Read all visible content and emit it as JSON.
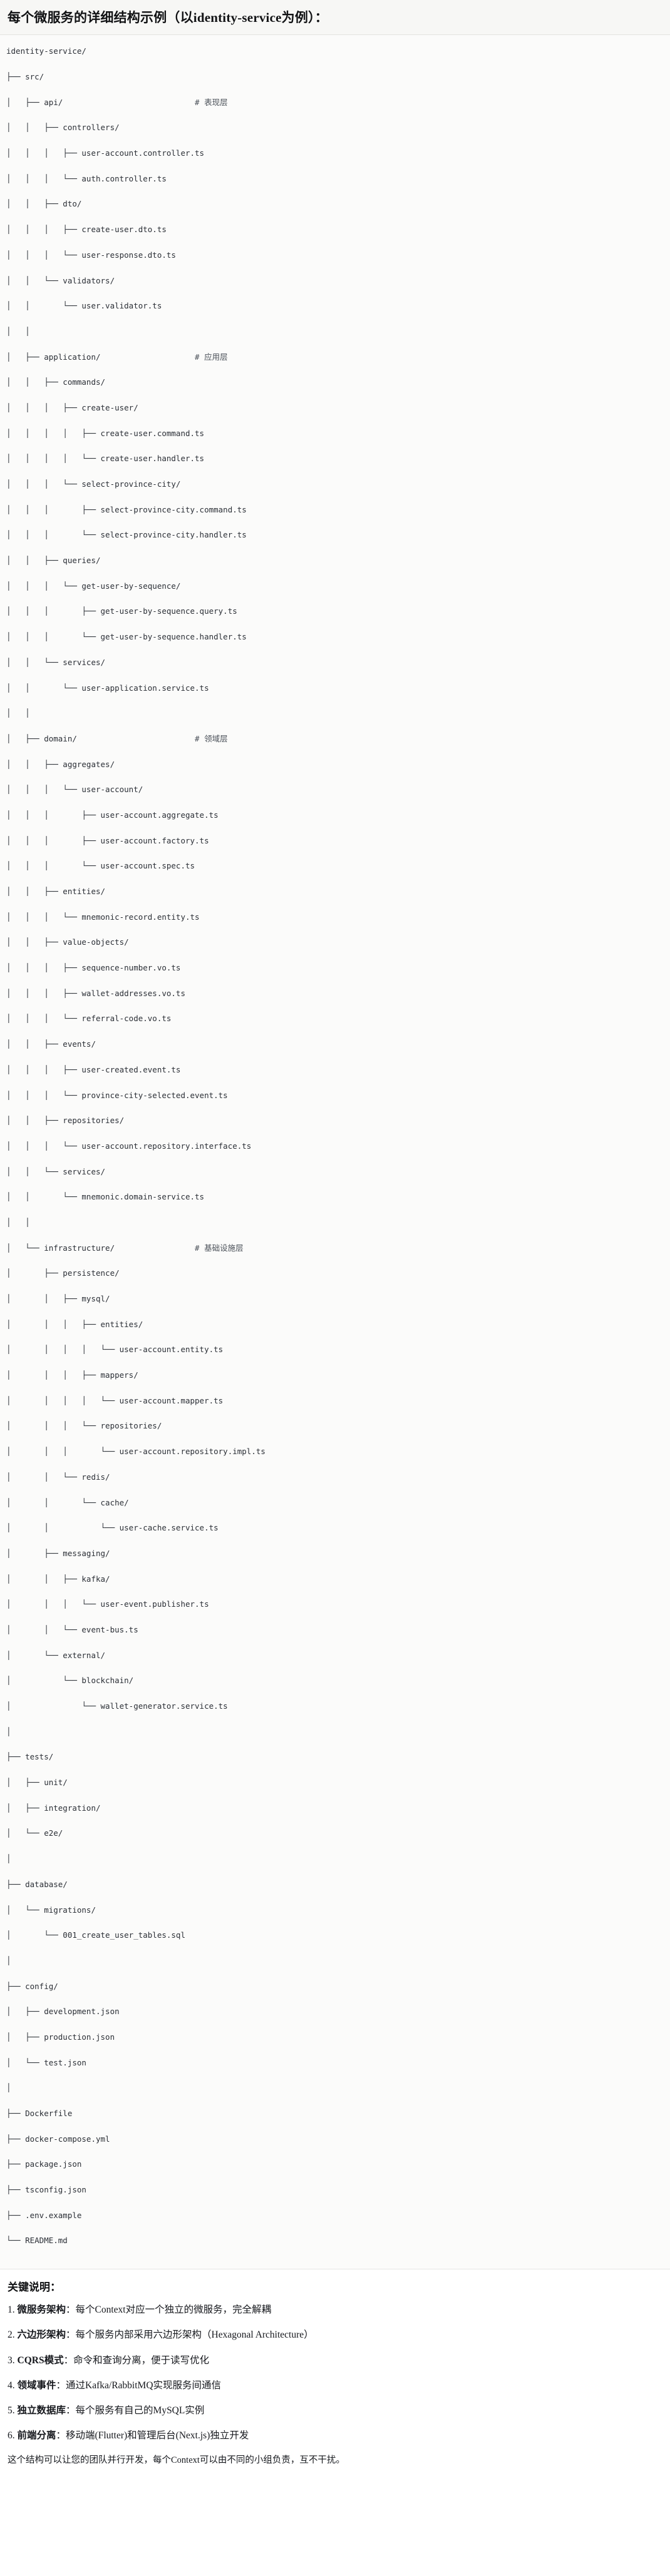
{
  "header": {
    "title": "每个微服务的详细结构示例（以identity-service为例）："
  },
  "tree": {
    "root": "identity-service/",
    "lines": [
      {
        "prefix": "",
        "text": "identity-service/",
        "comment": ""
      },
      {
        "prefix": "├── ",
        "text": "src/",
        "comment": ""
      },
      {
        "prefix": "│   ├── ",
        "text": "api/",
        "comment": "# 表现层"
      },
      {
        "prefix": "│   │   ├── ",
        "text": "controllers/",
        "comment": ""
      },
      {
        "prefix": "│   │   │   ├── ",
        "text": "user-account.controller.ts",
        "comment": ""
      },
      {
        "prefix": "│   │   │   └── ",
        "text": "auth.controller.ts",
        "comment": ""
      },
      {
        "prefix": "│   │   ├── ",
        "text": "dto/",
        "comment": ""
      },
      {
        "prefix": "│   │   │   ├── ",
        "text": "create-user.dto.ts",
        "comment": ""
      },
      {
        "prefix": "│   │   │   └── ",
        "text": "user-response.dto.ts",
        "comment": ""
      },
      {
        "prefix": "│   │   └── ",
        "text": "validators/",
        "comment": ""
      },
      {
        "prefix": "│   │       └── ",
        "text": "user.validator.ts",
        "comment": ""
      },
      {
        "prefix": "│   │",
        "text": "",
        "comment": ""
      },
      {
        "prefix": "│   ├── ",
        "text": "application/",
        "comment": "# 应用层"
      },
      {
        "prefix": "│   │   ├── ",
        "text": "commands/",
        "comment": ""
      },
      {
        "prefix": "│   │   │   ├── ",
        "text": "create-user/",
        "comment": ""
      },
      {
        "prefix": "│   │   │   │   ├── ",
        "text": "create-user.command.ts",
        "comment": ""
      },
      {
        "prefix": "│   │   │   │   └── ",
        "text": "create-user.handler.ts",
        "comment": ""
      },
      {
        "prefix": "│   │   │   └── ",
        "text": "select-province-city/",
        "comment": ""
      },
      {
        "prefix": "│   │   │       ├── ",
        "text": "select-province-city.command.ts",
        "comment": ""
      },
      {
        "prefix": "│   │   │       └── ",
        "text": "select-province-city.handler.ts",
        "comment": ""
      },
      {
        "prefix": "│   │   ├── ",
        "text": "queries/",
        "comment": ""
      },
      {
        "prefix": "│   │   │   └── ",
        "text": "get-user-by-sequence/",
        "comment": ""
      },
      {
        "prefix": "│   │   │       ├── ",
        "text": "get-user-by-sequence.query.ts",
        "comment": ""
      },
      {
        "prefix": "│   │   │       └── ",
        "text": "get-user-by-sequence.handler.ts",
        "comment": ""
      },
      {
        "prefix": "│   │   └── ",
        "text": "services/",
        "comment": ""
      },
      {
        "prefix": "│   │       └── ",
        "text": "user-application.service.ts",
        "comment": ""
      },
      {
        "prefix": "│   │",
        "text": "",
        "comment": ""
      },
      {
        "prefix": "│   ├── ",
        "text": "domain/",
        "comment": "# 领域层"
      },
      {
        "prefix": "│   │   ├── ",
        "text": "aggregates/",
        "comment": ""
      },
      {
        "prefix": "│   │   │   └── ",
        "text": "user-account/",
        "comment": ""
      },
      {
        "prefix": "│   │   │       ├── ",
        "text": "user-account.aggregate.ts",
        "comment": ""
      },
      {
        "prefix": "│   │   │       ├── ",
        "text": "user-account.factory.ts",
        "comment": ""
      },
      {
        "prefix": "│   │   │       └── ",
        "text": "user-account.spec.ts",
        "comment": ""
      },
      {
        "prefix": "│   │   ├── ",
        "text": "entities/",
        "comment": ""
      },
      {
        "prefix": "│   │   │   └── ",
        "text": "mnemonic-record.entity.ts",
        "comment": ""
      },
      {
        "prefix": "│   │   ├── ",
        "text": "value-objects/",
        "comment": ""
      },
      {
        "prefix": "│   │   │   ├── ",
        "text": "sequence-number.vo.ts",
        "comment": ""
      },
      {
        "prefix": "│   │   │   ├── ",
        "text": "wallet-addresses.vo.ts",
        "comment": ""
      },
      {
        "prefix": "│   │   │   └── ",
        "text": "referral-code.vo.ts",
        "comment": ""
      },
      {
        "prefix": "│   │   ├── ",
        "text": "events/",
        "comment": ""
      },
      {
        "prefix": "│   │   │   ├── ",
        "text": "user-created.event.ts",
        "comment": ""
      },
      {
        "prefix": "│   │   │   └── ",
        "text": "province-city-selected.event.ts",
        "comment": ""
      },
      {
        "prefix": "│   │   ├── ",
        "text": "repositories/",
        "comment": ""
      },
      {
        "prefix": "│   │   │   └── ",
        "text": "user-account.repository.interface.ts",
        "comment": ""
      },
      {
        "prefix": "│   │   └── ",
        "text": "services/",
        "comment": ""
      },
      {
        "prefix": "│   │       └── ",
        "text": "mnemonic.domain-service.ts",
        "comment": ""
      },
      {
        "prefix": "│   │",
        "text": "",
        "comment": ""
      },
      {
        "prefix": "│   └── ",
        "text": "infrastructure/",
        "comment": "# 基础设施层"
      },
      {
        "prefix": "│       ├── ",
        "text": "persistence/",
        "comment": ""
      },
      {
        "prefix": "│       │   ├── ",
        "text": "mysql/",
        "comment": ""
      },
      {
        "prefix": "│       │   │   ├── ",
        "text": "entities/",
        "comment": ""
      },
      {
        "prefix": "│       │   │   │   └── ",
        "text": "user-account.entity.ts",
        "comment": ""
      },
      {
        "prefix": "│       │   │   ├── ",
        "text": "mappers/",
        "comment": ""
      },
      {
        "prefix": "│       │   │   │   └── ",
        "text": "user-account.mapper.ts",
        "comment": ""
      },
      {
        "prefix": "│       │   │   └── ",
        "text": "repositories/",
        "comment": ""
      },
      {
        "prefix": "│       │   │       └── ",
        "text": "user-account.repository.impl.ts",
        "comment": ""
      },
      {
        "prefix": "│       │   └── ",
        "text": "redis/",
        "comment": ""
      },
      {
        "prefix": "│       │       └── ",
        "text": "cache/",
        "comment": ""
      },
      {
        "prefix": "│       │           └── ",
        "text": "user-cache.service.ts",
        "comment": ""
      },
      {
        "prefix": "│       ├── ",
        "text": "messaging/",
        "comment": ""
      },
      {
        "prefix": "│       │   ├── ",
        "text": "kafka/",
        "comment": ""
      },
      {
        "prefix": "│       │   │   └── ",
        "text": "user-event.publisher.ts",
        "comment": ""
      },
      {
        "prefix": "│       │   └── ",
        "text": "event-bus.ts",
        "comment": ""
      },
      {
        "prefix": "│       └── ",
        "text": "external/",
        "comment": ""
      },
      {
        "prefix": "│           └── ",
        "text": "blockchain/",
        "comment": ""
      },
      {
        "prefix": "│               └── ",
        "text": "wallet-generator.service.ts",
        "comment": ""
      },
      {
        "prefix": "│",
        "text": "",
        "comment": ""
      },
      {
        "prefix": "├── ",
        "text": "tests/",
        "comment": ""
      },
      {
        "prefix": "│   ├── ",
        "text": "unit/",
        "comment": ""
      },
      {
        "prefix": "│   ├── ",
        "text": "integration/",
        "comment": ""
      },
      {
        "prefix": "│   └── ",
        "text": "e2e/",
        "comment": ""
      },
      {
        "prefix": "│",
        "text": "",
        "comment": ""
      },
      {
        "prefix": "├── ",
        "text": "database/",
        "comment": ""
      },
      {
        "prefix": "│   └── ",
        "text": "migrations/",
        "comment": ""
      },
      {
        "prefix": "│       └── ",
        "text": "001_create_user_tables.sql",
        "comment": ""
      },
      {
        "prefix": "│",
        "text": "",
        "comment": ""
      },
      {
        "prefix": "├── ",
        "text": "config/",
        "comment": ""
      },
      {
        "prefix": "│   ├── ",
        "text": "development.json",
        "comment": ""
      },
      {
        "prefix": "│   ├── ",
        "text": "production.json",
        "comment": ""
      },
      {
        "prefix": "│   └── ",
        "text": "test.json",
        "comment": ""
      },
      {
        "prefix": "│",
        "text": "",
        "comment": ""
      },
      {
        "prefix": "├── ",
        "text": "Dockerfile",
        "comment": ""
      },
      {
        "prefix": "├── ",
        "text": "docker-compose.yml",
        "comment": ""
      },
      {
        "prefix": "├── ",
        "text": "package.json",
        "comment": ""
      },
      {
        "prefix": "├── ",
        "text": "tsconfig.json",
        "comment": ""
      },
      {
        "prefix": "├── ",
        "text": ".env.example",
        "comment": ""
      },
      {
        "prefix": "└── ",
        "text": "README.md",
        "comment": ""
      }
    ]
  },
  "notes": {
    "heading": "关键说明：",
    "items": [
      {
        "index": "1.",
        "term": "微服务架构",
        "sep": "：",
        "desc": "每个Context对应一个独立的微服务，完全解耦"
      },
      {
        "index": "2.",
        "term": "六边形架构",
        "sep": "：",
        "desc": "每个服务内部采用六边形架构（Hexagonal Architecture）"
      },
      {
        "index": "3.",
        "term": "CQRS模式",
        "sep": "：",
        "desc": "命令和查询分离，便于读写优化"
      },
      {
        "index": "4.",
        "term": "领域事件",
        "sep": "：",
        "desc": "通过Kafka/RabbitMQ实现服务间通信"
      },
      {
        "index": "5.",
        "term": "独立数据库",
        "sep": "：",
        "desc": "每个服务有自己的MySQL实例"
      },
      {
        "index": "6.",
        "term": "前端分离",
        "sep": "：",
        "desc": "移动端(Flutter)和管理后台(Next.js)独立开发"
      }
    ],
    "footer": "这个结构可以让您的团队并行开发，每个Context可以由不同的小组负责，互不干扰。"
  },
  "colors": {
    "header_bg": "#f7f7f5",
    "code_bg": "#fbfbfa",
    "text": "#2b2f36",
    "comment": "#4a5058"
  }
}
